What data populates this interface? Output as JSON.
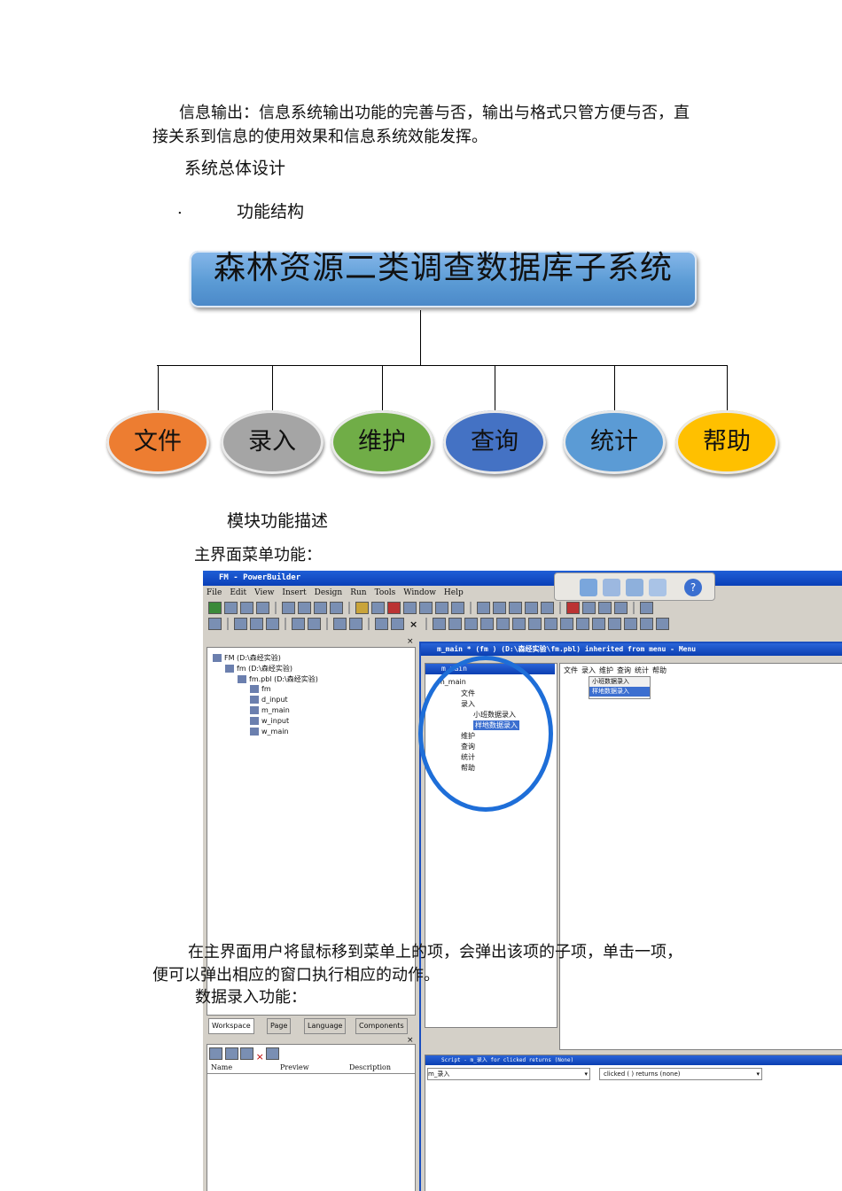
{
  "doc": {
    "para1_line1": "信息输出：信息系统输出功能的完善与否，输出与格式只管方便与否，直",
    "para1_line2": "接关系到信息的使用效果和信息系统效能发挥。",
    "heading_design": "系统总体设计",
    "bullet": ".",
    "heading_func": "功能结构",
    "heading_module": "模块功能描述",
    "label_menu": "主界面菜单功能：",
    "para2_line1": "在主界面用户将鼠标移到菜单上的项，会弹出该项的子项，单击一项，",
    "para2_line2": "便可以弹出相应的窗口执行相应的动作。",
    "label_entry": "数据录入功能："
  },
  "org_chart": {
    "root": "森林资源二类调查数据库子系统",
    "nodes": [
      {
        "label": "文件",
        "color": "#ed7d31"
      },
      {
        "label": "录入",
        "color": "#a5a5a5"
      },
      {
        "label": "维护",
        "color": "#70ad47"
      },
      {
        "label": "查询",
        "color": "#4472c4"
      },
      {
        "label": "统计",
        "color": "#5b9bd5"
      },
      {
        "label": "帮助",
        "color": "#ffc000"
      }
    ]
  },
  "app": {
    "title": "FM - PowerBuilder",
    "menu": [
      "File",
      "Edit",
      "View",
      "Insert",
      "Design",
      "Run",
      "Tools",
      "Window",
      "Help"
    ],
    "tree": [
      {
        "label": "FM (D:\\森经实验)"
      },
      {
        "label": "fm (D:\\森经实验)"
      },
      {
        "label": "fm.pbl (D:\\森经实验)"
      },
      {
        "label": "fm"
      },
      {
        "label": "d_input"
      },
      {
        "label": "m_main"
      },
      {
        "label": "w_input"
      },
      {
        "label": "w_main"
      }
    ],
    "menu_window_title": "m_main * (fm ) (D:\\森经实验\\fm.pbl) inherited from menu - Menu",
    "menu_tree_title": "m_main",
    "menu_tree": [
      "m_main",
      "文件",
      "录入",
      "小班数据录入",
      "样地数据录入",
      "维护",
      "查询",
      "统计",
      "帮助"
    ],
    "preview_menu": [
      "文件",
      "录入",
      "维护",
      "查询",
      "统计",
      "帮助"
    ],
    "preview_submenu": [
      "小班数据录入",
      "样地数据录入"
    ],
    "bottom_tabs": [
      "Workspace",
      "Page",
      "Language",
      "Components"
    ],
    "columns": [
      "Name",
      "Preview",
      "Description"
    ],
    "script_title": "Script - m_录入 for clicked returns (None)",
    "script_object": "m_录入",
    "script_event": "clicked ( ) returns (none)"
  }
}
